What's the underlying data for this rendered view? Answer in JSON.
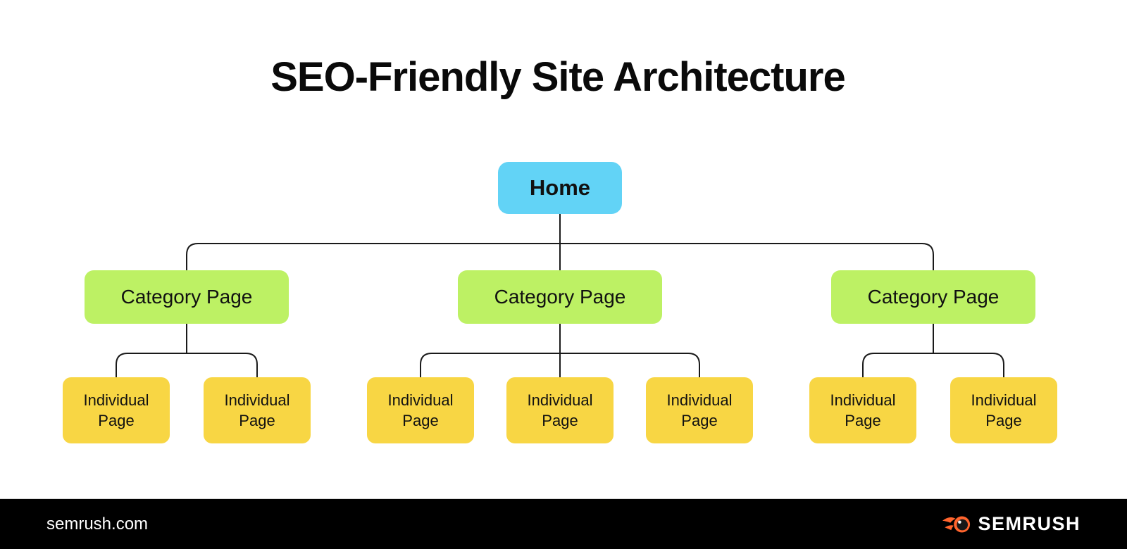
{
  "title": "SEO-Friendly Site Architecture",
  "tree": {
    "root": {
      "label": "Home"
    },
    "categories": [
      {
        "label": "Category Page",
        "children": [
          {
            "label": "Individual Page"
          },
          {
            "label": "Individual Page"
          }
        ]
      },
      {
        "label": "Category Page",
        "children": [
          {
            "label": "Individual Page"
          },
          {
            "label": "Individual Page"
          },
          {
            "label": "Individual Page"
          }
        ]
      },
      {
        "label": "Category Page",
        "children": [
          {
            "label": "Individual Page"
          },
          {
            "label": "Individual Page"
          }
        ]
      }
    ]
  },
  "colors": {
    "home_box": "#62d3f6",
    "category_box": "#bdf164",
    "individual_box": "#f8d644",
    "connector_line": "#1a1a1a",
    "footer_background": "#000000",
    "brand_orange": "#ff642d"
  },
  "footer": {
    "website": "semrush.com",
    "brand": "SEMRUSH",
    "logo_icon": "semrush-flame-icon"
  }
}
